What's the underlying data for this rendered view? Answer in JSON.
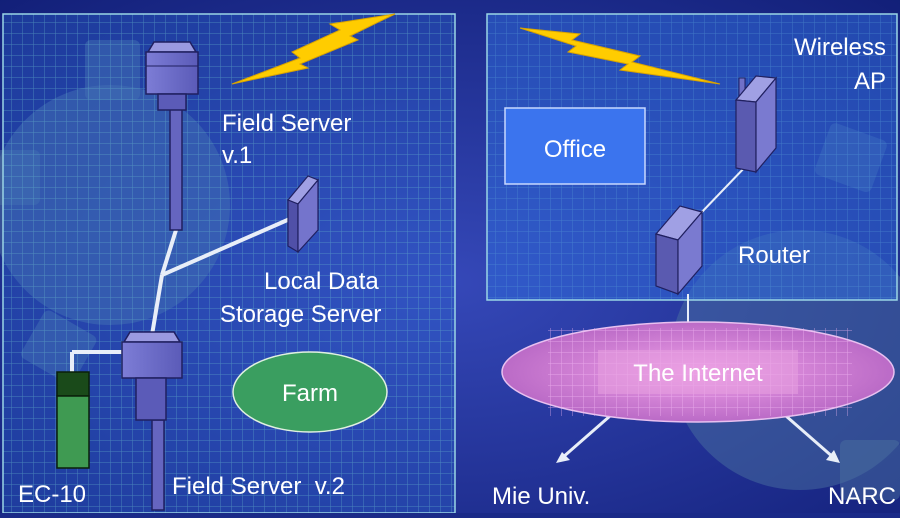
{
  "left_panel": {
    "field_server_v1_line1": "Field Server",
    "field_server_v1_line2": "v.1",
    "local_storage_line1": "Local Data",
    "local_storage_line2": "Storage Server",
    "farm": "Farm",
    "ec10": "EC-10",
    "field_server_v2": "Field Server  v.2"
  },
  "right_panel": {
    "wireless_ap_line1": "Wireless",
    "wireless_ap_line2": "AP",
    "office": "Office",
    "router": "Router",
    "internet": "The Internet",
    "mie_univ": "Mie Univ.",
    "narc": "NARC"
  },
  "colors": {
    "background": "#1a2a88",
    "panel": "#2f6ad8",
    "grid": "#5fb0c8",
    "device": "#6f6fc8",
    "lightning": "#ffcc00",
    "farm": "#3a9e60",
    "office": "#3b74ee",
    "internet": "#d07ad0"
  }
}
